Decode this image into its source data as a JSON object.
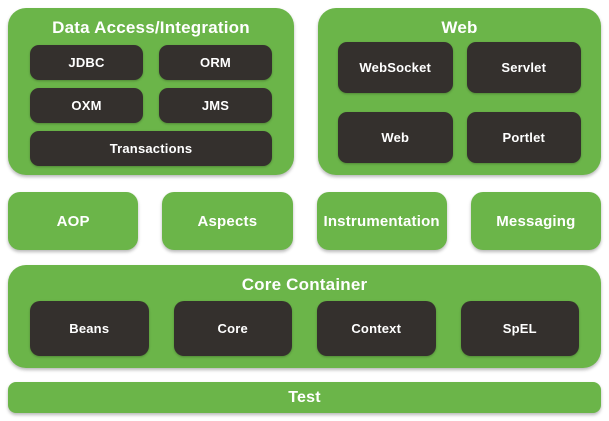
{
  "colors": {
    "panel_green": "#6bb549",
    "module_dark": "#34302d",
    "text_white": "#ffffff",
    "background": "#ffffff"
  },
  "panels": {
    "data_access": {
      "title": "Data Access/Integration",
      "modules": [
        "JDBC",
        "ORM",
        "OXM",
        "JMS"
      ],
      "wide_module": "Transactions"
    },
    "web": {
      "title": "Web",
      "modules": [
        "WebSocket",
        "Servlet",
        "Web",
        "Portlet"
      ]
    },
    "middle_row": {
      "modules": [
        "AOP",
        "Aspects",
        "Instrumentation",
        "Messaging"
      ]
    },
    "core_container": {
      "title": "Core Container",
      "modules": [
        "Beans",
        "Core",
        "Context",
        "SpEL"
      ]
    },
    "test": {
      "title": "Test"
    }
  }
}
